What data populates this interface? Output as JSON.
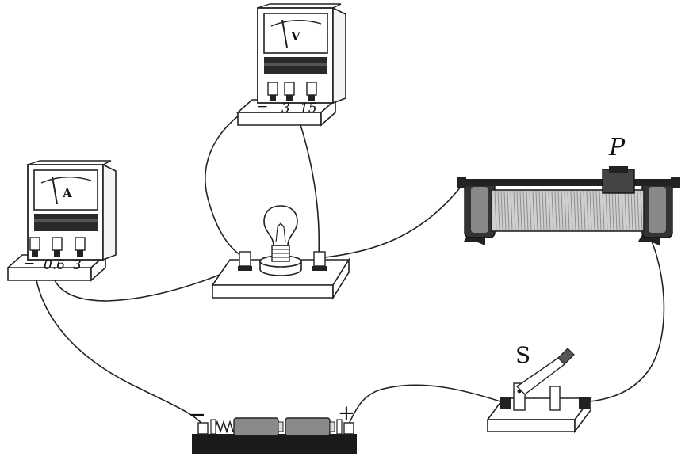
{
  "voltmeter": {
    "dial_symbol": "V",
    "terminals": [
      "−",
      "3",
      "15"
    ]
  },
  "ammeter": {
    "dial_symbol": "A",
    "terminals": [
      "−",
      "0.6",
      "3"
    ]
  },
  "rheostat": {
    "label": "P"
  },
  "switch": {
    "label": "S"
  },
  "battery": {
    "negative_sign": "−",
    "positive_sign": "+"
  },
  "icons": [
    "voltmeter-icon",
    "ammeter-icon",
    "bulb-icon",
    "rheostat-icon",
    "switch-icon",
    "battery-icon"
  ]
}
